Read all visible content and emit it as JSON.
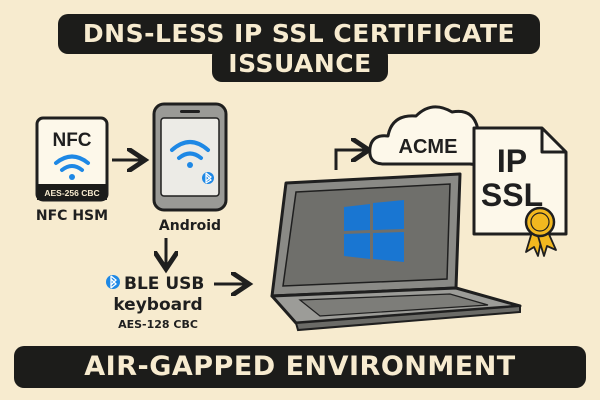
{
  "title": {
    "line1": "DNS-LESS IP SSL CERTIFICATE",
    "line2": "ISSUANCE"
  },
  "nfc": {
    "card_text": "NFC",
    "card_footer": "AES-256 CBC",
    "caption": "NFC HSM"
  },
  "android": {
    "caption": "Android"
  },
  "ble": {
    "line1": "BLE USB",
    "line2": "keyboard",
    "footer": "AES-128 CBC"
  },
  "acme": {
    "label": "ACME"
  },
  "certificate": {
    "line1": "IP",
    "line2": "SSL"
  },
  "footer": {
    "label": "AIR-GAPPED ENVIRONMENT"
  },
  "colors": {
    "background": "#f7ebcf",
    "banner": "#1c1c1a",
    "wifi_blue": "#1e88e5",
    "windows_blue": "#1976d2",
    "laptop_gray": "#8a8a86",
    "seal_gold": "#f2b81f"
  },
  "icons": [
    "wifi-icon",
    "bluetooth-icon",
    "windows-logo-icon",
    "cloud-icon",
    "award-seal-icon",
    "arrow-icon"
  ]
}
